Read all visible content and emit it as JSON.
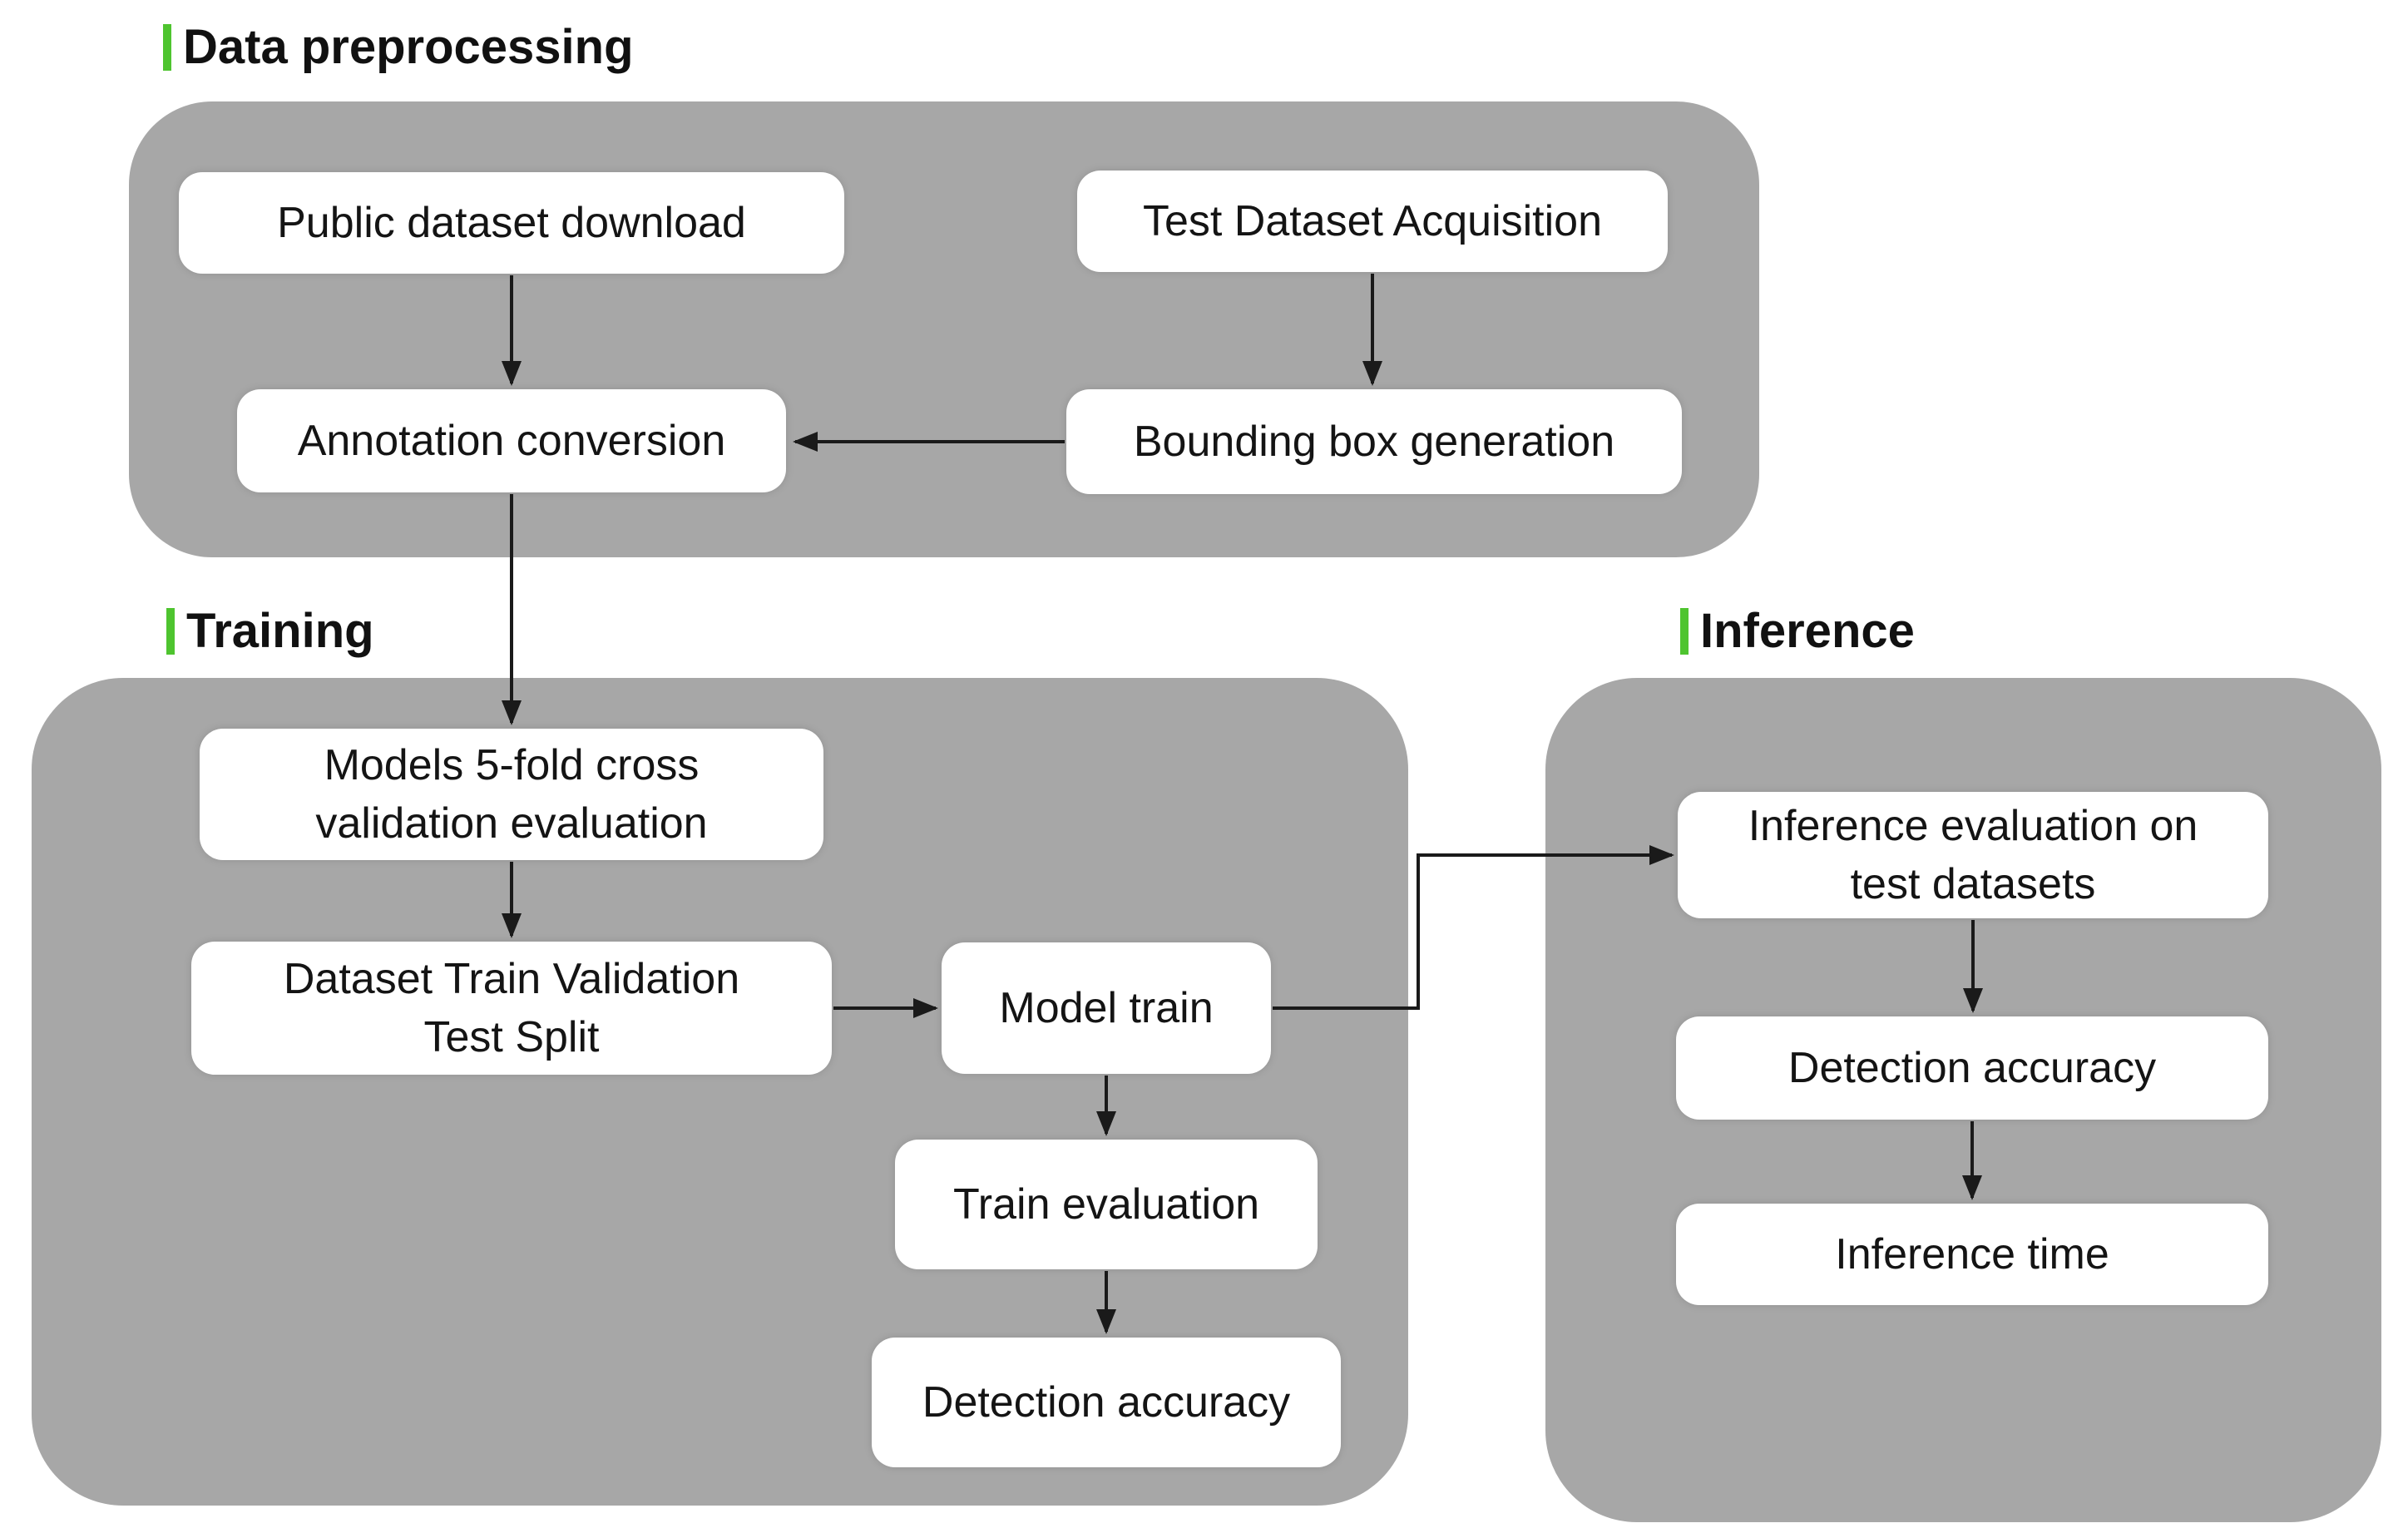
{
  "diagram": {
    "sections": [
      {
        "id": "data-preprocessing",
        "label": "Data preprocessing",
        "boxes": [
          {
            "id": "public-dataset-download",
            "label": "Public dataset download"
          },
          {
            "id": "test-dataset-acquisition",
            "label": "Test Dataset Acquisition"
          },
          {
            "id": "annotation-conversion",
            "label": "Annotation conversion"
          },
          {
            "id": "bounding-box-generation",
            "label": "Bounding box generation"
          }
        ]
      },
      {
        "id": "training",
        "label": "Training",
        "boxes": [
          {
            "id": "models-5fold-cross-validation",
            "label": "Models 5-fold cross\nvalidation evaluation"
          },
          {
            "id": "dataset-train-validation-test-split",
            "label": "Dataset Train Validation\nTest Split"
          },
          {
            "id": "model-train",
            "label": "Model train"
          },
          {
            "id": "train-evaluation",
            "label": "Train evaluation"
          },
          {
            "id": "detection-accuracy-training",
            "label": "Detection accuracy"
          }
        ]
      },
      {
        "id": "inference",
        "label": "Inference",
        "boxes": [
          {
            "id": "inference-evaluation-test-datasets",
            "label": "Inference evaluation on\ntest datasets"
          },
          {
            "id": "detection-accuracy-inference",
            "label": "Detection accuracy"
          },
          {
            "id": "inference-time",
            "label": "Inference time"
          }
        ]
      }
    ],
    "connections": [
      {
        "from": "public-dataset-download",
        "to": "annotation-conversion"
      },
      {
        "from": "test-dataset-acquisition",
        "to": "bounding-box-generation"
      },
      {
        "from": "bounding-box-generation",
        "to": "annotation-conversion"
      },
      {
        "from": "annotation-conversion",
        "to": "models-5fold-cross-validation"
      },
      {
        "from": "models-5fold-cross-validation",
        "to": "dataset-train-validation-test-split"
      },
      {
        "from": "dataset-train-validation-test-split",
        "to": "model-train"
      },
      {
        "from": "model-train",
        "to": "train-evaluation"
      },
      {
        "from": "train-evaluation",
        "to": "detection-accuracy-training"
      },
      {
        "from": "model-train",
        "to": "inference-evaluation-test-datasets"
      },
      {
        "from": "inference-evaluation-test-datasets",
        "to": "detection-accuracy-inference"
      },
      {
        "from": "detection-accuracy-inference",
        "to": "inference-time"
      }
    ],
    "colors": {
      "container_gray": "#a7a7a7",
      "accent_green": "#4ec42f",
      "box_white": "#ffffff",
      "text_black": "#141414",
      "arrow_black": "#1a1a1a"
    }
  }
}
